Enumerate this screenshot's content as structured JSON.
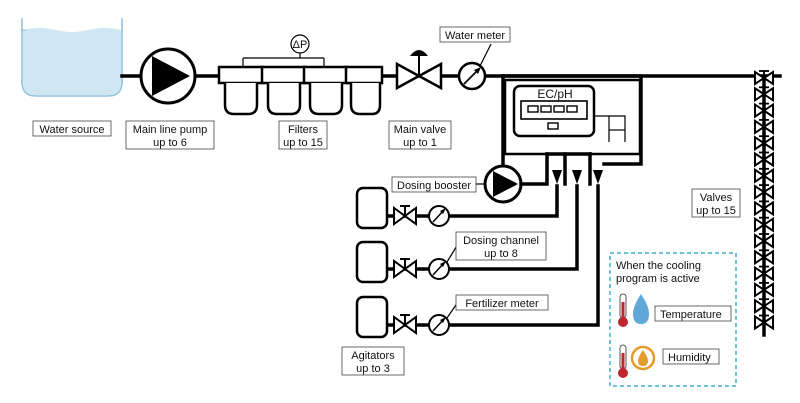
{
  "labels": {
    "water_source": "Water source",
    "pump_line1": "Main line pump",
    "pump_line2": "up to 6",
    "dp": "ΔP",
    "filters_line1": "Filters",
    "filters_line2": "up to 15",
    "main_valve_line1": "Main valve",
    "main_valve_line2": "up to 1",
    "water_meter": "Water meter",
    "ecph": "EC/pH",
    "dosing_booster": "Dosing booster",
    "dosing_channel_line1": "Dosing channel",
    "dosing_channel_line2": "up to 8",
    "fertilizer_meter": "Fertilizer meter",
    "agitators_line1": "Agitators",
    "agitators_line2": "up to 3",
    "valves_line1": "Valves",
    "valves_line2": "up to 15"
  },
  "cooling": {
    "title_line1": "When the cooling",
    "title_line2": "program is active",
    "temperature": "Temperature",
    "humidity": "Humidity"
  },
  "colors": {
    "water": "#cfe6f3",
    "water_edge": "#8dbfdc",
    "drop": "#5fa8d8",
    "humidity_ring": "#e39b2a",
    "thermo_red": "#c0272d",
    "cooling_border": "#3fb0c9"
  }
}
